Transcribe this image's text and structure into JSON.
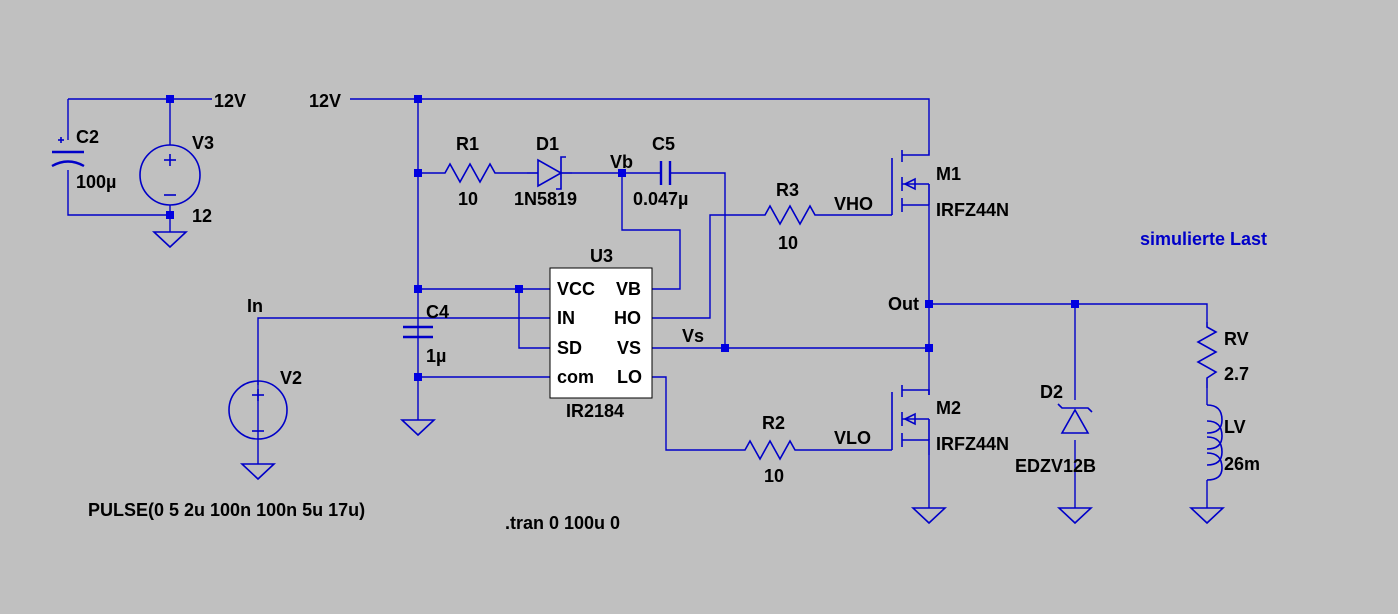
{
  "colors": {
    "background": "#c0c0c0",
    "wire": "#0000c8",
    "ic_fill": "#ffffff",
    "comment": "#0000c8",
    "text": "#000000"
  },
  "nets": {
    "supply_left": "12V",
    "supply_main": "12V",
    "input": "In",
    "bootstrap": "Vb",
    "switch": "Vs",
    "high_gate": "VHO",
    "low_gate": "VLO",
    "output": "Out"
  },
  "components": {
    "c2": {
      "name": "C2",
      "value": "100µ"
    },
    "v3": {
      "name": "V3",
      "value": "12"
    },
    "r1": {
      "name": "R1",
      "value": "10"
    },
    "d1": {
      "name": "D1",
      "value": "1N5819"
    },
    "c5": {
      "name": "C5",
      "value": "0.047µ"
    },
    "r3": {
      "name": "R3",
      "value": "10"
    },
    "m1": {
      "name": "M1",
      "value": "IRFZ44N"
    },
    "u3": {
      "name": "U3",
      "value": "IR2184",
      "pins_left": [
        "VCC",
        "IN",
        "SD",
        "com"
      ],
      "pins_right": [
        "VB",
        "HO",
        "VS",
        "LO"
      ]
    },
    "c4": {
      "name": "C4",
      "value": "1µ"
    },
    "v2": {
      "name": "V2",
      "value": "PULSE(0 5 2u 100n 100n 5u 17u)"
    },
    "r2": {
      "name": "R2",
      "value": "10"
    },
    "m2": {
      "name": "M2",
      "value": "IRFZ44N"
    },
    "d2": {
      "name": "D2",
      "value": "EDZV12B"
    },
    "rv": {
      "name": "RV",
      "value": "2.7"
    },
    "lv": {
      "name": "LV",
      "value": "26m"
    }
  },
  "comment": "simulierte Last",
  "directive": ".tran 0 100u 0"
}
